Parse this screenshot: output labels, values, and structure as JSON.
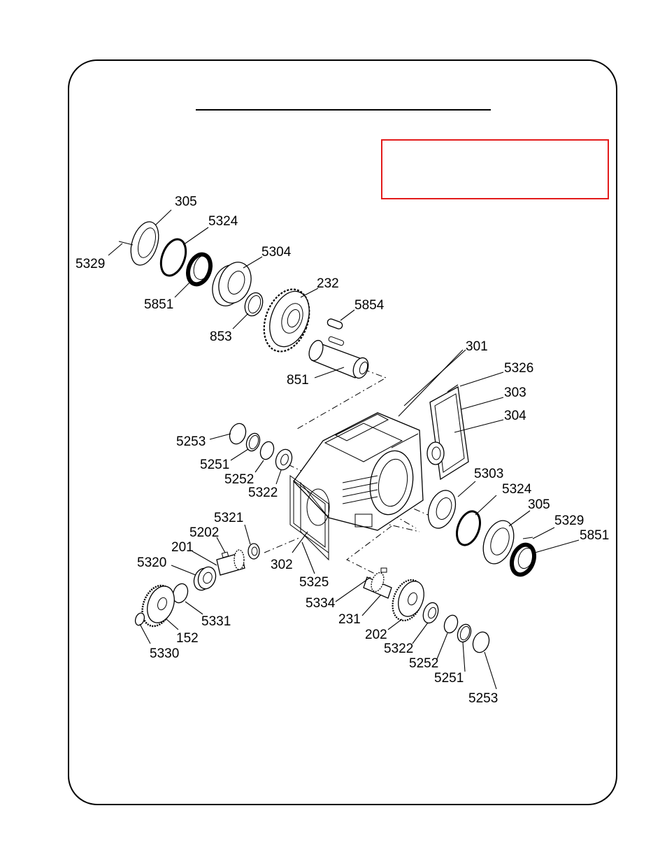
{
  "labels": {
    "l305a": "305",
    "l5324a": "5324",
    "l5329a": "5329",
    "l5304": "5304",
    "l5851a": "5851",
    "l232": "232",
    "l5854": "5854",
    "l853": "853",
    "l851": "851",
    "l301": "301",
    "l5326": "5326",
    "l303": "303",
    "l304": "304",
    "l5253a": "5253",
    "l5251a": "5251",
    "l5252a": "5252",
    "l5322a": "5322",
    "l5303": "5303",
    "l5324b": "5324",
    "l305b": "305",
    "l5329b": "5329",
    "l5851b": "5851",
    "l5321": "5321",
    "l5202": "5202",
    "l201": "201",
    "l5320": "5320",
    "l302": "302",
    "l5325": "5325",
    "l5334": "5334",
    "l231": "231",
    "l5331": "5331",
    "l202": "202",
    "l152": "152",
    "l5322b": "5322",
    "l5330": "5330",
    "l5252b": "5252",
    "l5251b": "5251",
    "l5253b": "5253"
  },
  "colors": {
    "note_border": "#e31b1b",
    "ink": "#000000"
  }
}
